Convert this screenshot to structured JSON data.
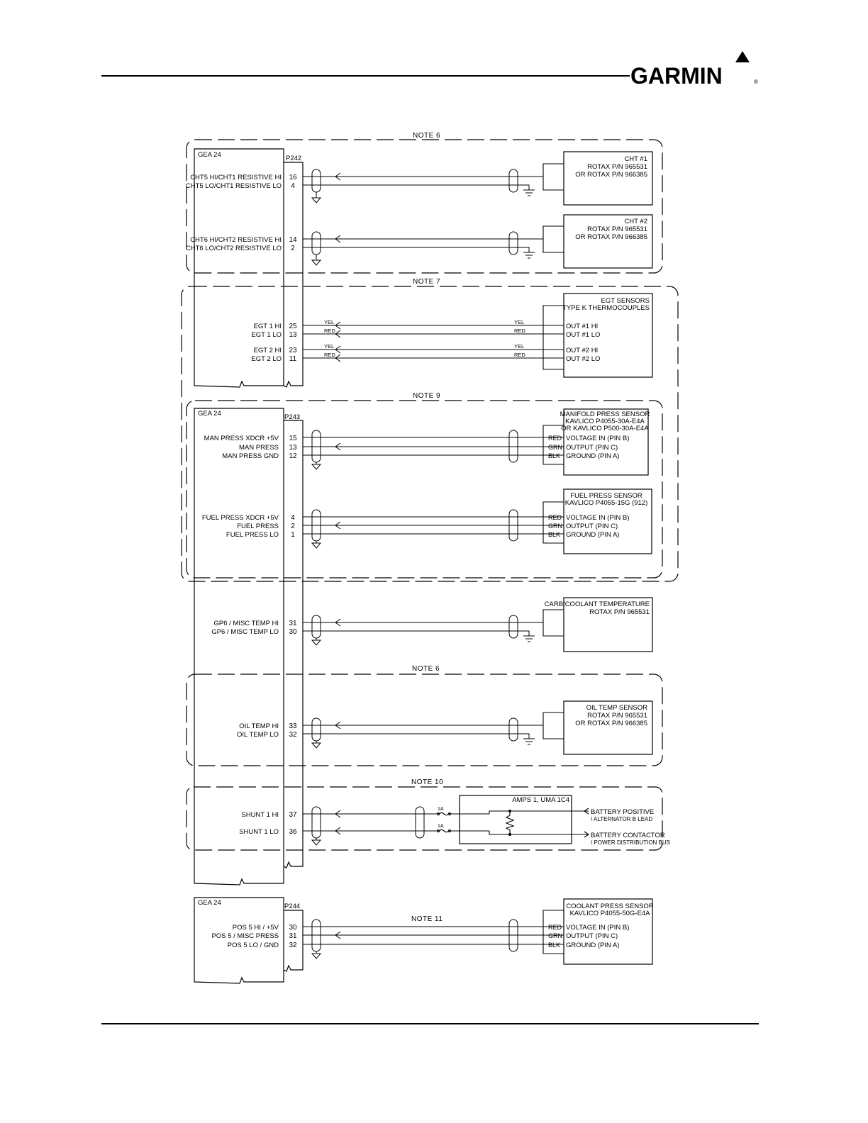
{
  "header": {
    "brand": "GARMIN",
    "registered": "®"
  },
  "notes": {
    "n6a": "NOTE 6",
    "n7": "NOTE 7",
    "n9": "NOTE 9",
    "n6b": "NOTE 6",
    "n10": "NOTE 10",
    "n11": "NOTE 11"
  },
  "unit_labels": {
    "gea_a": "GEA 24",
    "gea_b": "GEA 24",
    "gea_c": "GEA 24"
  },
  "connectors": {
    "p242": "P242",
    "p243": "P243",
    "p244": "P244"
  },
  "signals": {
    "cht5_hi": "CHT5 HI/CHT1 RESISTIVE HI",
    "cht5_lo": "CHT5 LO/CHT1 RESISTIVE LO",
    "cht6_hi": "CHT6 HI/CHT2 RESISTIVE HI",
    "cht6_lo": "CHT6 LO/CHT2 RESISTIVE LO",
    "egt1_hi": "EGT 1 HI",
    "egt1_lo": "EGT 1 LO",
    "egt2_hi": "EGT 2 HI",
    "egt2_lo": "EGT 2 LO",
    "man_xdcr": "MAN PRESS XDCR +5V",
    "man_press": "MAN PRESS",
    "man_gnd": "MAN PRESS GND",
    "fuel_xdcr": "FUEL PRESS XDCR +5V",
    "fuel_press": "FUEL PRESS",
    "fuel_lo": "FUEL PRESS LO",
    "gp6_hi": "GP6 / MISC TEMP HI",
    "gp6_lo": "GP6 / MISC TEMP LO",
    "oil_hi": "OIL TEMP HI",
    "oil_lo": "OIL TEMP LO",
    "shunt_hi": "SHUNT 1 HI",
    "shunt_lo": "SHUNT 1 LO",
    "pos5_hi": "POS 5 HI / +5V",
    "pos5_misc": "POS 5 / MISC PRESS",
    "pos5_lo": "POS 5 LO / GND"
  },
  "pins": {
    "p16": "16",
    "p4a": "4",
    "p14": "14",
    "p2a": "2",
    "p25": "25",
    "p13a": "13",
    "p23": "23",
    "p11": "11",
    "p15": "15",
    "p13b": "13",
    "p12": "12",
    "p4b": "4",
    "p2b": "2",
    "p1": "1",
    "p31a": "31",
    "p30a": "30",
    "p33": "33",
    "p32a": "32",
    "p37": "37",
    "p36": "36",
    "p30b": "30",
    "p31b": "31",
    "p32b": "32"
  },
  "wire_colors": {
    "yel": "YEL",
    "red": "RED",
    "grn": "GRN",
    "blk": "BLK"
  },
  "devices": {
    "cht1": {
      "l1": "CHT #1",
      "l2": "ROTAX P/N 965531",
      "l3": "OR ROTAX P/N 966385"
    },
    "cht2": {
      "l1": "CHT #2",
      "l2": "ROTAX P/N 965531",
      "l3": "OR ROTAX P/N 966385"
    },
    "egt": {
      "l1": "EGT SENSORS",
      "l2": "TYPE K THERMOCOUPLES",
      "o1": "OUT #1 HI",
      "o2": "OUT #1 LO",
      "o3": "OUT #2 HI",
      "o4": "OUT #2 LO"
    },
    "man": {
      "l1": "MANIFOLD PRESS SENSOR",
      "l2": "KAVLICO P4055-30A-E4A",
      "l3": "OR KAVLICO P500-30A-E4A",
      "p1": "VOLTAGE IN (PIN B)",
      "p2": "OUTPUT (PIN C)",
      "p3": "GROUND (PIN A)"
    },
    "fuel": {
      "l1": "FUEL PRESS SENSOR",
      "l2": "KAVLICO P4055-15G (912)",
      "p1": "VOLTAGE IN (PIN B)",
      "p2": "OUTPUT (PIN C)",
      "p3": "GROUND (PIN A)"
    },
    "carb": {
      "l1": "CARB/COOLANT TEMPERATURE",
      "l2": "ROTAX P/N 965531"
    },
    "oil": {
      "l1": "OIL TEMP SENSOR",
      "l2": "ROTAX P/N 965531",
      "l3": "OR ROTAX P/N 966385"
    },
    "amps": {
      "l1": "AMPS 1, UMA 1C4",
      "fuse": "1A"
    },
    "bat": {
      "l1": "BATTERY POSITIVE",
      "l2": "/ ALTERNATOR B LEAD",
      "l3": "BATTERY CONTACTOR",
      "l4": "/ POWER DISTRIBUTION BUS"
    },
    "cool": {
      "l1": "COOLANT PRESS SENSOR",
      "l2": "KAVLICO P4055-50G-E4A",
      "p1": "VOLTAGE IN (PIN B)",
      "p2": "OUTPUT (PIN C)",
      "p3": "GROUND (PIN A)"
    }
  }
}
